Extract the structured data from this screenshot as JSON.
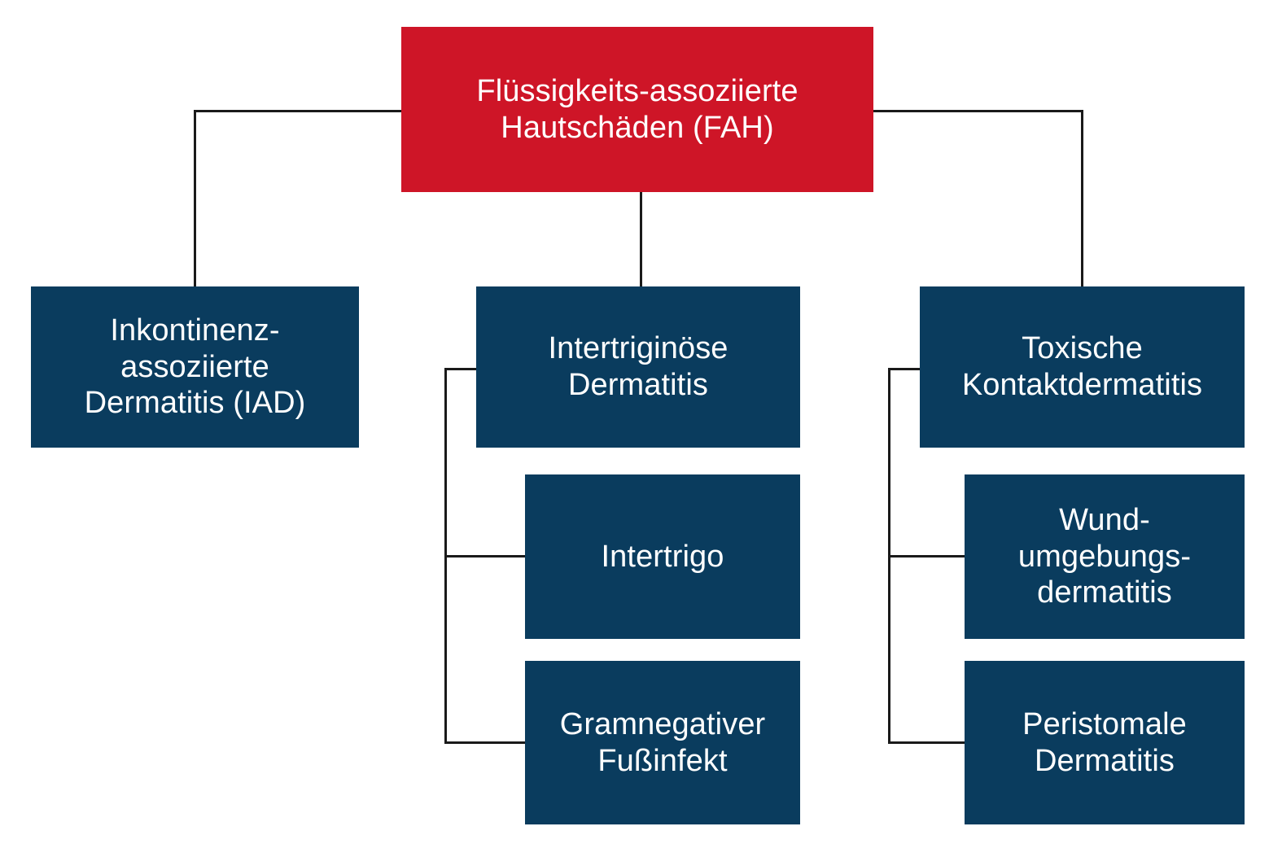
{
  "diagram": {
    "title_node": {
      "label": "Flüssigkeits-assoziierte\nHautschäden (FAH)",
      "color": "#ce1527"
    },
    "branch_color": "#0a3c5e",
    "connector_color": "#1a1a1a",
    "background": "#ffffff",
    "branches": [
      {
        "label": "Inkontinenz-\nassoziierte\nDermatitis (IAD)",
        "children": []
      },
      {
        "label": "Intertriginöse\nDermatitis",
        "children": [
          {
            "label": "Intertrigo"
          },
          {
            "label": "Gramnegativer\nFußinfekt"
          }
        ]
      },
      {
        "label": "Toxische\nKontaktdermatitis",
        "children": [
          {
            "label": "Wund-\numgebungs-\ndermatitis"
          },
          {
            "label": "Peristomale\nDermatitis"
          }
        ]
      }
    ]
  }
}
